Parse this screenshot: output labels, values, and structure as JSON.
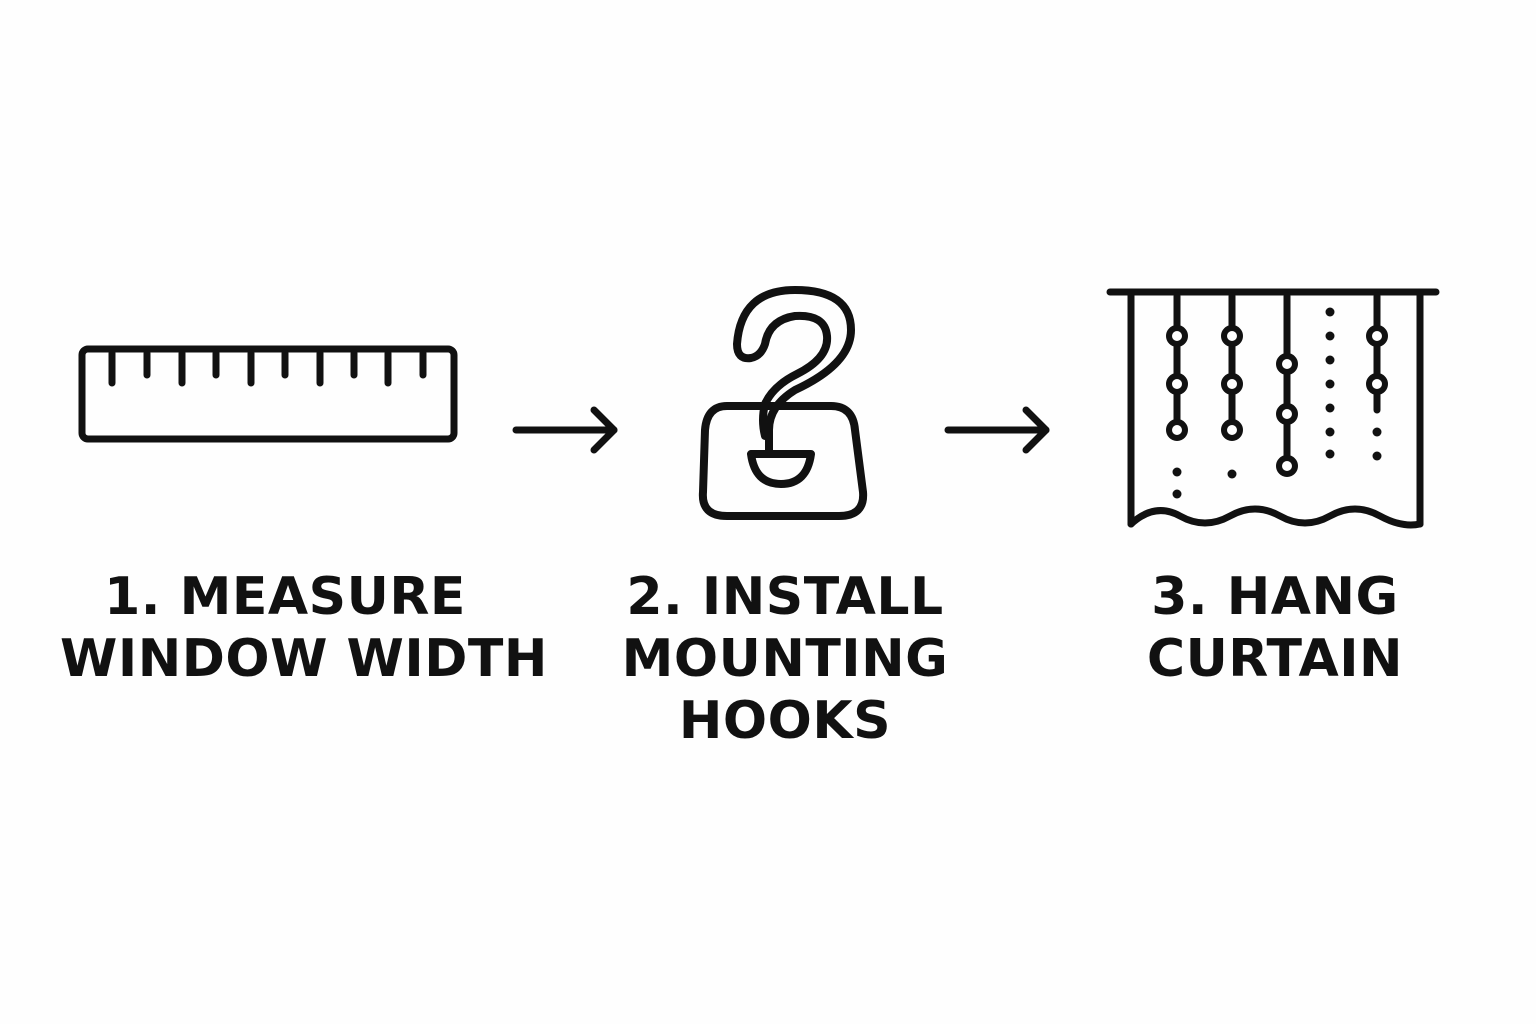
{
  "diagram": {
    "steps": [
      {
        "icon": "ruler-icon",
        "lines": [
          "1. MEASURE",
          "WINDOW WIDTH"
        ]
      },
      {
        "icon": "hook-icon",
        "lines": [
          "2. INSTALL",
          "MOUNTING",
          "HOOKS"
        ]
      },
      {
        "icon": "curtain-icon",
        "lines": [
          "3. HANG",
          "CURTAIN"
        ]
      }
    ],
    "connectors": [
      "arrow-right-icon",
      "arrow-right-icon"
    ],
    "colors": {
      "stroke": "#111111",
      "background": "#fefefe"
    }
  }
}
